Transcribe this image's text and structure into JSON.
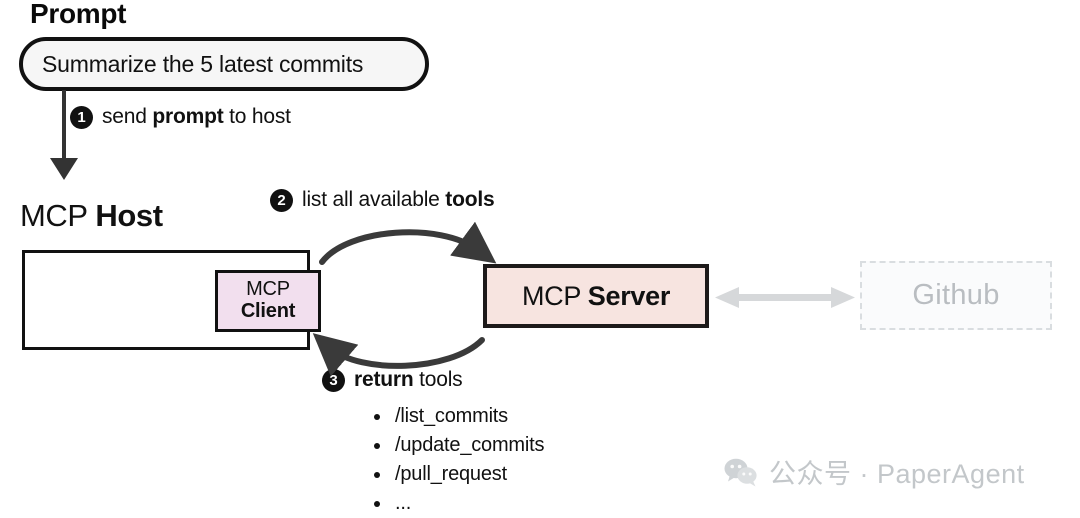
{
  "diagram": {
    "title": "MCP tool discovery flow",
    "colors": {
      "ink": "#111111",
      "client_fill": "#f2dfee",
      "server_fill": "#f7e4e0",
      "github_border": "#d9dde0",
      "github_text": "#b9bdc1",
      "gray_arrow": "#d6d8da",
      "watermark": "#c2c6c9"
    }
  },
  "prompt": {
    "label": "Prompt",
    "value": "Summarize the 5 latest commits"
  },
  "steps": [
    {
      "number": "1",
      "text_before": "send ",
      "text_bold": "prompt",
      "text_after": " to host"
    },
    {
      "number": "2",
      "text_before": "list all available ",
      "text_bold": "tools",
      "text_after": ""
    },
    {
      "number": "3",
      "text_before": "",
      "text_bold": "return",
      "text_after": " tools"
    }
  ],
  "host": {
    "title_regular": "MCP ",
    "title_bold": "Host"
  },
  "client": {
    "line1": "MCP",
    "line2": "Client"
  },
  "server": {
    "text_regular": "MCP ",
    "text_bold": "Server"
  },
  "github": {
    "label": "Github"
  },
  "tools": [
    "/list_commits",
    "/update_commits",
    "/pull_request",
    "..."
  ],
  "watermark": {
    "icon": "wechat-icon",
    "text": "公众号 · PaperAgent"
  }
}
